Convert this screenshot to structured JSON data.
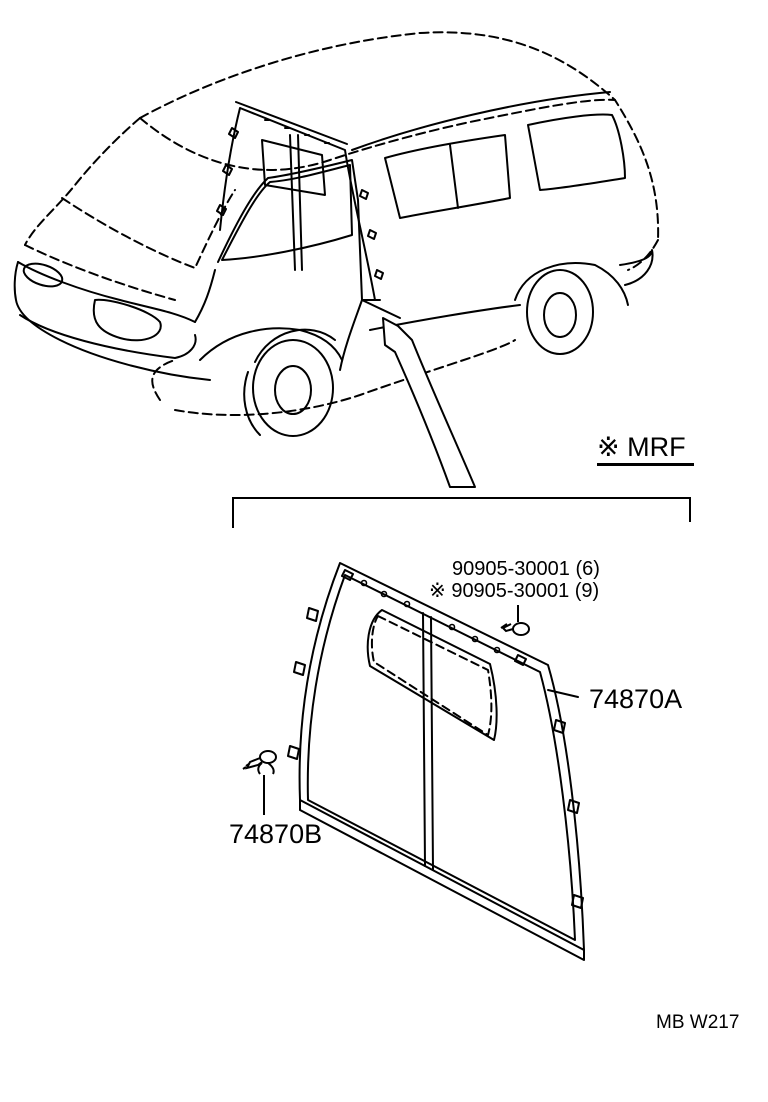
{
  "diagram": {
    "variant_badge": "※ MRF",
    "parts": {
      "panel": "74870A",
      "clip": "74870B",
      "screw_1": "90905-30001 (6)",
      "screw_2": "※ 90905-30001 (9)"
    },
    "footer_code": "MB  W217"
  },
  "colors": {
    "line": "#000000",
    "background": "#ffffff"
  }
}
